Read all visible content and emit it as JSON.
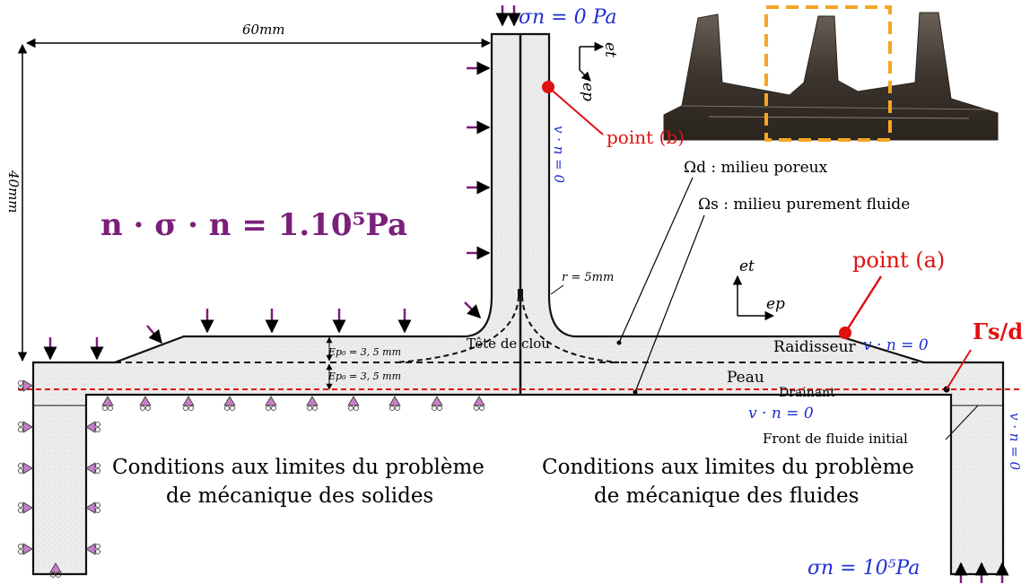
{
  "dimensions": {
    "width_label": "60mm",
    "height_label": "40mm",
    "radius_label": "r = 5mm",
    "ep_upper": "Ep₀ = 3, 5 mm",
    "ep_lower": "Ep₀ = 3, 5 mm"
  },
  "boundary_conditions": {
    "sigma_top": "σn = 0 Pa",
    "sigma_bottom": "σn = 10⁵Pa",
    "normal_stress": "n · σ · n = 1.10⁵Pa",
    "vn_stiffener": "v · n = 0",
    "vn_top_right": "v · n = 0",
    "vn_bottom": "v · n = 0",
    "vn_right_edge": "v · n = 0"
  },
  "points": {
    "point_a": "point (a)",
    "point_b": "point (b)",
    "gamma": "Γs/d"
  },
  "domains": {
    "omega_d": "Ωd : milieu poreux",
    "omega_s": "Ωs : milieu purement fluide"
  },
  "axes": {
    "et_top": "et",
    "ep_top": "ep",
    "et_mid": "et",
    "ep_mid": "ep"
  },
  "zones": {
    "tete_de_clou": "Tête de clou",
    "raidisseur": "Raidisseur",
    "peau": "Peau",
    "drainant": "Drainant",
    "front_fluide": "Front de fluide initial"
  },
  "captions": {
    "solids_line1": "Conditions aux limites du problème",
    "solids_line2": "de mécanique des solides",
    "fluids_line1": "Conditions aux limites du problème",
    "fluids_line2": "de mécanique des fluides"
  },
  "colors": {
    "part_fill": "#e9e9e9",
    "outline": "#111111",
    "purple_arrow": "#7a1f7a",
    "support_pink": "#c77fc7",
    "blue_text": "#1f2fd0",
    "red": "#e01010",
    "orange_dash": "#f5a623",
    "photo_dark": "#4a423a"
  }
}
